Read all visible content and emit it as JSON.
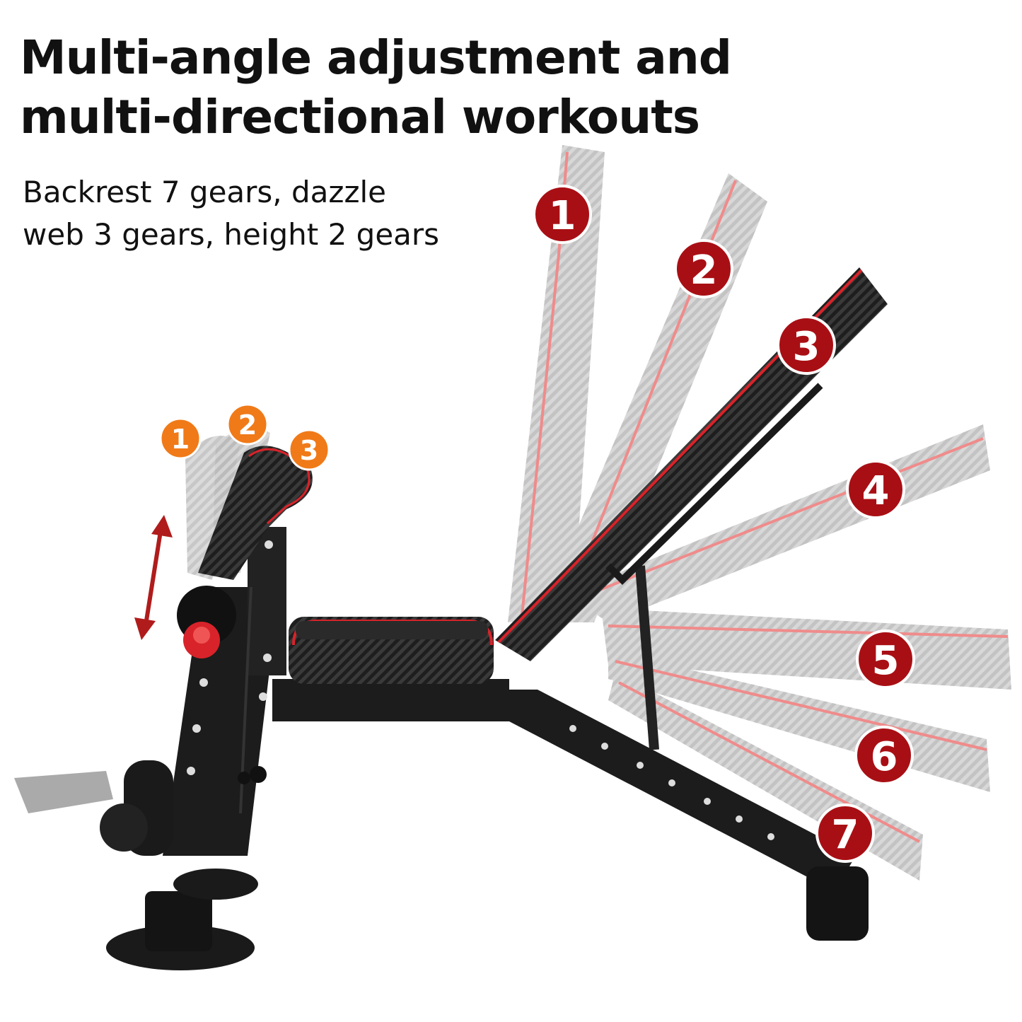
{
  "headline": {
    "line1": "Multi-angle adjustment and",
    "line2": "multi-directional workouts"
  },
  "subtitle": {
    "line1": "Backrest 7 gears, dazzle",
    "line2": "web 3 gears, height 2 gears"
  },
  "backrest_gears": [
    "1",
    "2",
    "3",
    "4",
    "5",
    "6",
    "7"
  ],
  "leg_gears": [
    "1",
    "2",
    "3"
  ],
  "colors": {
    "gear_badge": "#a80f14",
    "leg_badge": "#f07a18",
    "accent_red": "#d8232a",
    "frame": "#1c1c1c"
  }
}
